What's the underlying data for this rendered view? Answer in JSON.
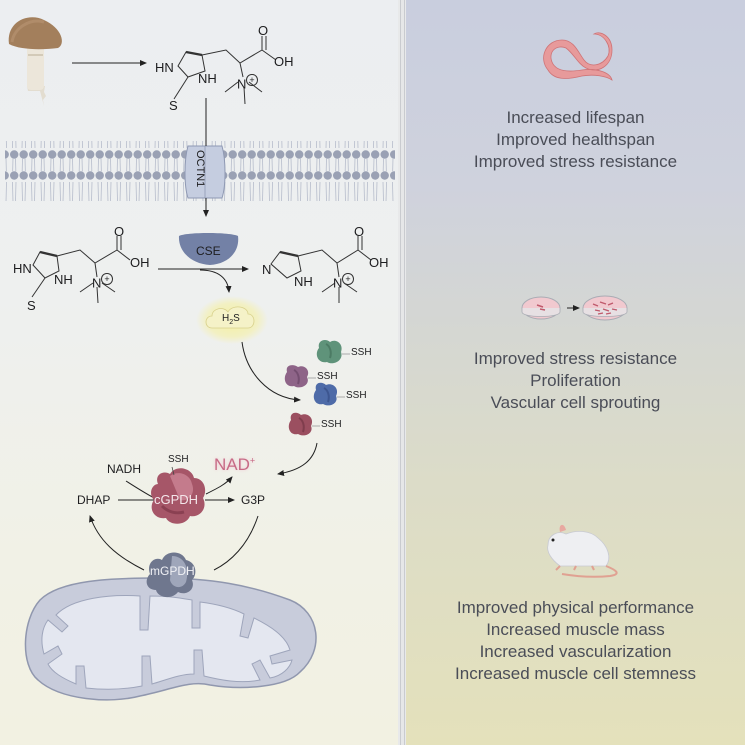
{
  "left_panel": {
    "source": {
      "icon": "mushroom-icon"
    },
    "compound_top": {
      "labels": {
        "hn": "HN",
        "nh": "NH",
        "s": "S",
        "o": "O",
        "oh": "OH",
        "n": "N"
      }
    },
    "transporter": {
      "label": "OCTN1"
    },
    "enzyme_cse": {
      "label": "CSE"
    },
    "compound_left": {
      "labels": {
        "hn": "HN",
        "nh": "NH",
        "s": "S",
        "o": "O",
        "oh": "OH",
        "n": "N"
      }
    },
    "compound_right": {
      "labels": {
        "n_ring": "N",
        "nh": "NH",
        "o": "O",
        "oh": "OH",
        "n": "N"
      }
    },
    "gas": {
      "label_main": "H",
      "label_sub": "2",
      "label_end": "S"
    },
    "persulfidated_proteins": [
      {
        "label": "SSH",
        "color": "#5d8f75"
      },
      {
        "label": "SSH",
        "color": "#8c5f86"
      },
      {
        "label": "SSH",
        "color": "#4d6aa6"
      },
      {
        "label": "SSH",
        "color": "#9a4e5f"
      }
    ],
    "glycerol_shuttle": {
      "nadh": "NADH",
      "ssh": "SSH",
      "nad": "NAD",
      "nad_charge": "+",
      "dhap": "DHAP",
      "g3p": "G3P",
      "cgpdh": "cGPDH",
      "mgpdh": "mGPDH"
    },
    "organelle": {
      "icon": "mitochondrion-icon"
    }
  },
  "right_panel": {
    "sections": [
      {
        "icon": "worm-icon",
        "effects": [
          "Increased lifespan",
          "Improved healthspan",
          "Improved stress resistance"
        ]
      },
      {
        "icon": "petri-dish-icon",
        "effects": [
          "Improved stress resistance",
          "Proliferation",
          "Vascular cell sprouting"
        ]
      },
      {
        "icon": "mouse-icon",
        "effects": [
          "Improved physical performance",
          "Increased muscle mass",
          "Increased vascularization",
          "Increased muscle cell stemness"
        ]
      }
    ]
  },
  "colors": {
    "membrane": "#9ea6b8",
    "cse": "#7482a6",
    "nad": "#c76b86",
    "h2s_glow": "#f3eea0",
    "cgpdh": "#b05f71",
    "mgpdh": "#6f768c",
    "text_effects": "#4a4d57"
  }
}
